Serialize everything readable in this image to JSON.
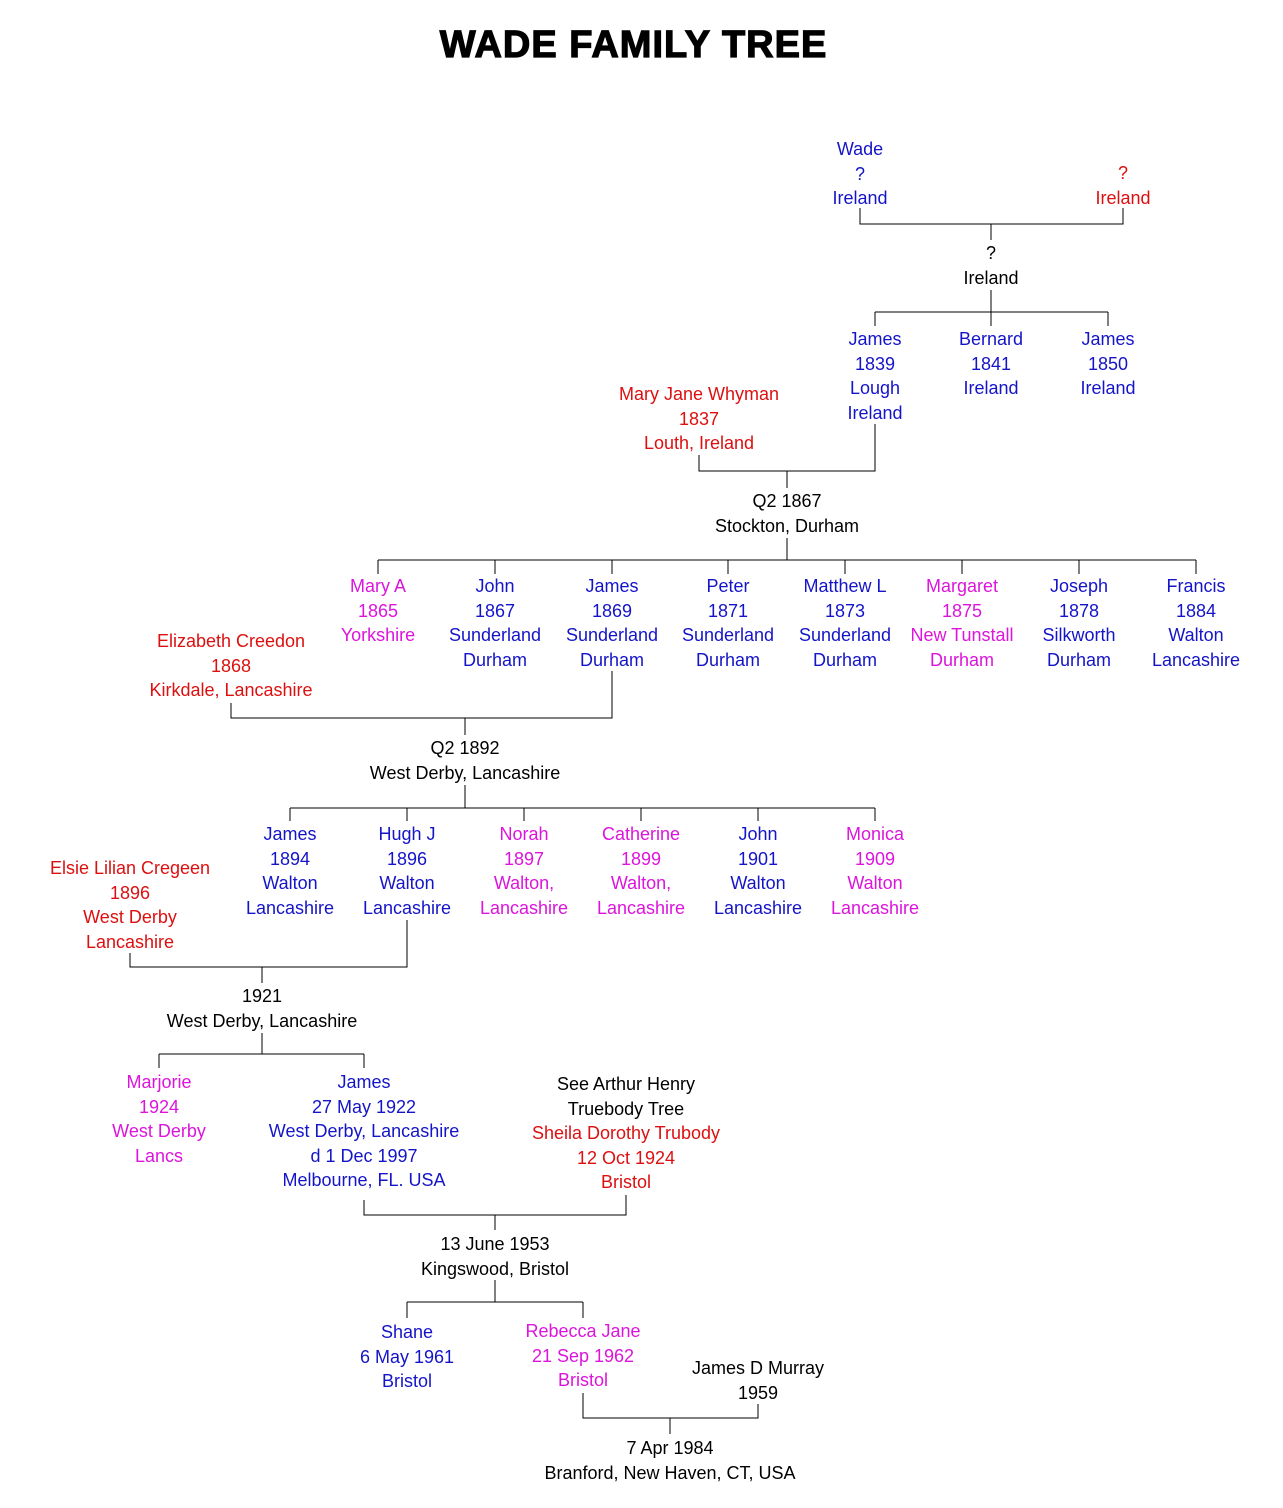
{
  "title": "WADE FAMILY TREE",
  "colors": {
    "male": "#1414C8",
    "female": "#DC1010",
    "daughter": "#DC14DC",
    "event": "#000000"
  },
  "nodes": {
    "wade": {
      "color": "male",
      "lines": [
        "Wade",
        "?",
        "Ireland"
      ]
    },
    "wade_wife": {
      "color": "female",
      "lines": [
        "?",
        "Ireland"
      ]
    },
    "m1": {
      "color": "event",
      "lines": [
        "?",
        "Ireland"
      ]
    },
    "james1839": {
      "color": "male",
      "lines": [
        "James",
        "1839",
        "Lough",
        "Ireland"
      ]
    },
    "bernard1841": {
      "color": "male",
      "lines": [
        "Bernard",
        "1841",
        "Ireland"
      ]
    },
    "james1850": {
      "color": "male",
      "lines": [
        "James",
        "1850",
        "Ireland"
      ]
    },
    "maryjane": {
      "color": "female",
      "lines": [
        "Mary Jane Whyman",
        "1837",
        "Louth, Ireland"
      ]
    },
    "m2": {
      "color": "event",
      "lines": [
        "Q2 1867",
        "Stockton, Durham"
      ]
    },
    "marya": {
      "color": "daughter",
      "lines": [
        "Mary A",
        "1865",
        "Yorkshire"
      ]
    },
    "john1867": {
      "color": "male",
      "lines": [
        "John",
        "1867",
        "Sunderland",
        "Durham"
      ]
    },
    "james1869": {
      "color": "male",
      "lines": [
        "James",
        "1869",
        "Sunderland",
        "Durham"
      ]
    },
    "peter1871": {
      "color": "male",
      "lines": [
        "Peter",
        "1871",
        "Sunderland",
        "Durham"
      ]
    },
    "matthew1873": {
      "color": "male",
      "lines": [
        "Matthew L",
        "1873",
        "Sunderland",
        "Durham"
      ]
    },
    "margaret1875": {
      "color": "daughter",
      "lines": [
        "Margaret",
        "1875",
        "New Tunstall",
        "Durham"
      ]
    },
    "joseph1878": {
      "color": "male",
      "lines": [
        "Joseph",
        "1878",
        "Silkworth",
        "Durham"
      ]
    },
    "francis1884": {
      "color": "male",
      "lines": [
        "Francis",
        "1884",
        "Walton",
        "Lancashire"
      ]
    },
    "elizabeth": {
      "color": "female",
      "lines": [
        "Elizabeth Creedon",
        "1868",
        "Kirkdale, Lancashire"
      ]
    },
    "m3": {
      "color": "event",
      "lines": [
        "Q2 1892",
        "West Derby, Lancashire"
      ]
    },
    "james1894": {
      "color": "male",
      "lines": [
        "James",
        "1894",
        "Walton",
        "Lancashire"
      ]
    },
    "hugh1896": {
      "color": "male",
      "lines": [
        "Hugh J",
        "1896",
        "Walton",
        "Lancashire"
      ]
    },
    "norah1897": {
      "color": "daughter",
      "lines": [
        "Norah",
        "1897",
        "Walton,",
        "Lancashire"
      ]
    },
    "catherine1899": {
      "color": "daughter",
      "lines": [
        "Catherine",
        "1899",
        "Walton,",
        "Lancashire"
      ]
    },
    "john1901": {
      "color": "male",
      "lines": [
        "John",
        "1901",
        "Walton",
        "Lancashire"
      ]
    },
    "monica1909": {
      "color": "daughter",
      "lines": [
        "Monica",
        "1909",
        "Walton",
        "Lancashire"
      ]
    },
    "elsie": {
      "color": "female",
      "lines": [
        "Elsie Lilian Cregeen",
        "1896",
        "West Derby",
        "Lancashire"
      ]
    },
    "m4": {
      "color": "event",
      "lines": [
        "1921",
        "West Derby, Lancashire"
      ]
    },
    "marjorie": {
      "color": "daughter",
      "lines": [
        "Marjorie",
        "1924",
        "West Derby",
        "Lancs"
      ]
    },
    "james1922": {
      "color": "male",
      "lines": [
        "James",
        "27 May 1922",
        "West Derby, Lancashire",
        "d 1 Dec 1997",
        "Melbourne, FL. USA"
      ]
    },
    "see_truebody": {
      "color": "event",
      "lines": [
        "See Arthur Henry",
        "Truebody Tree"
      ]
    },
    "sheila": {
      "color": "female",
      "lines": [
        "Sheila Dorothy Trubody",
        "12 Oct 1924",
        "Bristol"
      ]
    },
    "m5": {
      "color": "event",
      "lines": [
        "13 June 1953",
        "Kingswood, Bristol"
      ]
    },
    "shane": {
      "color": "male",
      "lines": [
        "Shane",
        "6 May 1961",
        "Bristol"
      ]
    },
    "rebecca": {
      "color": "daughter",
      "lines": [
        "Rebecca Jane",
        "21 Sep 1962",
        "Bristol"
      ]
    },
    "murray": {
      "color": "event",
      "lines": [
        "James D Murray",
        "1959"
      ]
    },
    "m6": {
      "color": "event",
      "lines": [
        "7 Apr 1984",
        "Branford, New Haven, CT, USA"
      ]
    }
  }
}
